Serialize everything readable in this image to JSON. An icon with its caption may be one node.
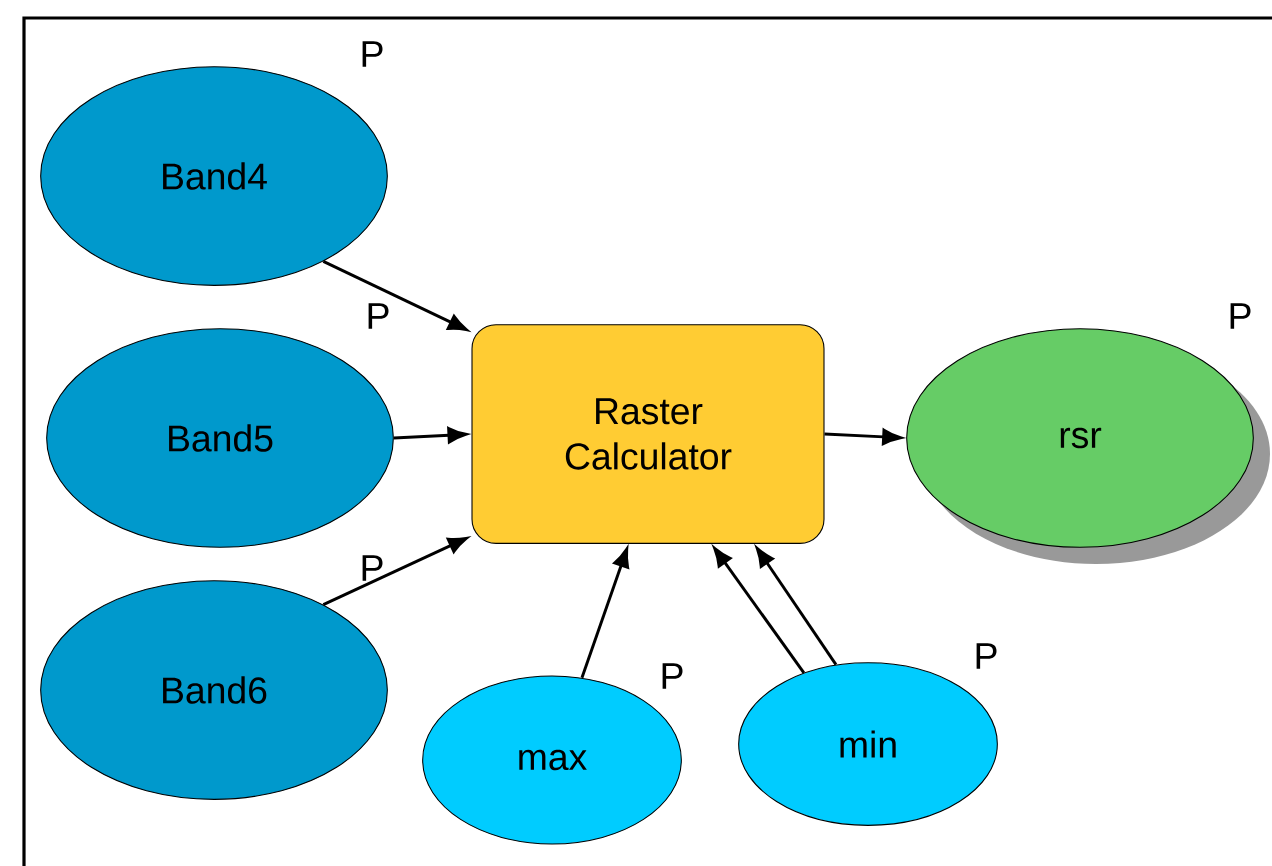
{
  "diagram": {
    "nodes": [
      {
        "text": [
          "Band4"
        ],
        "beside": [
          "P"
        ]
      },
      {
        "text": [
          "Band5"
        ],
        "beside": [
          "P"
        ]
      },
      {
        "text": [
          "Band6"
        ],
        "beside": [
          "P"
        ]
      },
      {
        "text": [
          "Raster Calculator"
        ]
      },
      {
        "text": [
          "rsr"
        ],
        "beside": [
          "P"
        ]
      },
      {
        "text": [
          "max"
        ],
        "beside": [
          "P"
        ]
      },
      {
        "text": [
          "min"
        ],
        "beside": [
          "P"
        ]
      }
    ],
    "edges": [
      {
        "from": 0,
        "to": 3,
        "arrow": "to"
      },
      {
        "from": 1,
        "to": 3,
        "arrow": "to"
      },
      {
        "from": 2,
        "to": 3,
        "arrow": "to"
      },
      {
        "from": 5,
        "to": 3,
        "arrow": "to"
      },
      {
        "from": 6,
        "to": 3,
        "arrow": "to"
      },
      {
        "from": 6,
        "to": 3,
        "arrow": "to"
      },
      {
        "from": 3,
        "to": 4,
        "arrow": "to"
      }
    ]
  }
}
